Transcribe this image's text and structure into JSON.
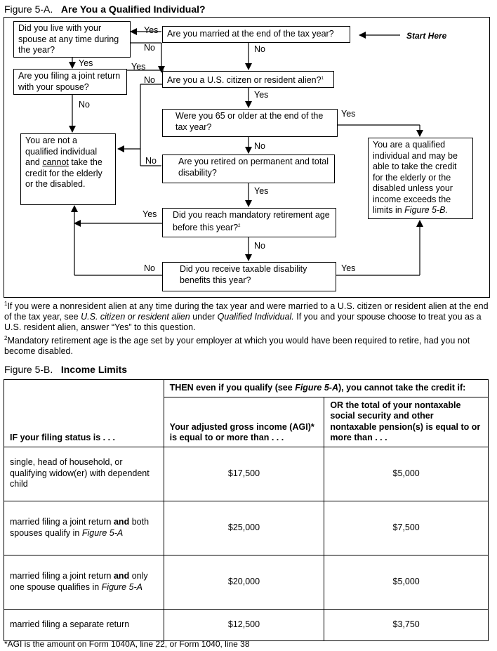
{
  "figure_a": {
    "label": "Figure 5-A.",
    "title": "Are You a Qualified Individual?",
    "start": "Start Here",
    "boxes": {
      "married": "Are you married at the end of the tax year?",
      "live_with": "Did you live with your spouse at any time during the year?",
      "joint": "Are you filing a joint return with your spouse?",
      "citizen": "Are you a U.S. citizen or resident alien?",
      "citizen_sup": "1",
      "sixtyfive": "Were you 65 or older at the end of the tax year?",
      "not_qualified_1": "You are not a qualified individual and ",
      "not_qualified_cannot": "cannot",
      "not_qualified_2": " take the credit for the elderly or the disabled.",
      "retired": "Are you retired on permanent and total disability?",
      "qualified_1": "You are a qualified individual and may be able to take the credit for the elderly or the disabled unless your income exceeds the limits in ",
      "qualified_ref": "Figure 5-B.",
      "mandatory": "Did you reach mandatory retirement age before this year?",
      "mandatory_sup": "2",
      "taxable": "Did you receive taxable disability benefits this year?"
    },
    "yes": "Yes",
    "no": "No"
  },
  "footnotes": {
    "n1": "1",
    "f1_a": "If you were a nonresident alien at any time during the tax year and were married to a U.S. citizen or resident alien at the end of the tax year, see ",
    "f1_i1": "U.S. citizen or resident alien",
    "f1_b": " under ",
    "f1_i2": "Qualified Individual.",
    "f1_c": " If you and your spouse choose to treat you as a U.S. resident alien, answer “Yes” to this question.",
    "n2": "2",
    "f2": "Mandatory retirement age is the age set by your employer at which you would have been required to retire, had you not become disabled."
  },
  "figure_b": {
    "label": "Figure 5-B.",
    "title": "Income Limits",
    "then_a": "THEN even if you qualify (see ",
    "then_ref": "Figure 5-A",
    "then_b": "), you cannot take the credit if:",
    "col_status": "IF your filing status is . . .",
    "col_agi": "Your adjusted gross income (AGI)* is equal to or more than . . .",
    "col_nontax": "OR the total of your nontaxable social security and other nontaxable pension(s) is equal to or more than . . .",
    "rows": [
      {
        "status": "single, head of household, or qualifying widow(er) with dependent child",
        "agi": "$17,500",
        "nontax": "$5,000"
      },
      {
        "status_a": "married filing a joint return ",
        "status_b": "and",
        "status_c": " both spouses qualify in ",
        "status_ref": "Figure 5-A",
        "agi": "$25,000",
        "nontax": "$7,500"
      },
      {
        "status_a": "married filing a joint return ",
        "status_b": "and",
        "status_c": " only one spouse qualifies in ",
        "status_ref": "Figure 5-A",
        "agi": "$20,000",
        "nontax": "$5,000"
      },
      {
        "status": "married filing a separate return",
        "agi": "$12,500",
        "nontax": "$3,750"
      }
    ],
    "agi_note": "*AGI is the amount on Form 1040A, line 22, or Form 1040, line 38"
  }
}
